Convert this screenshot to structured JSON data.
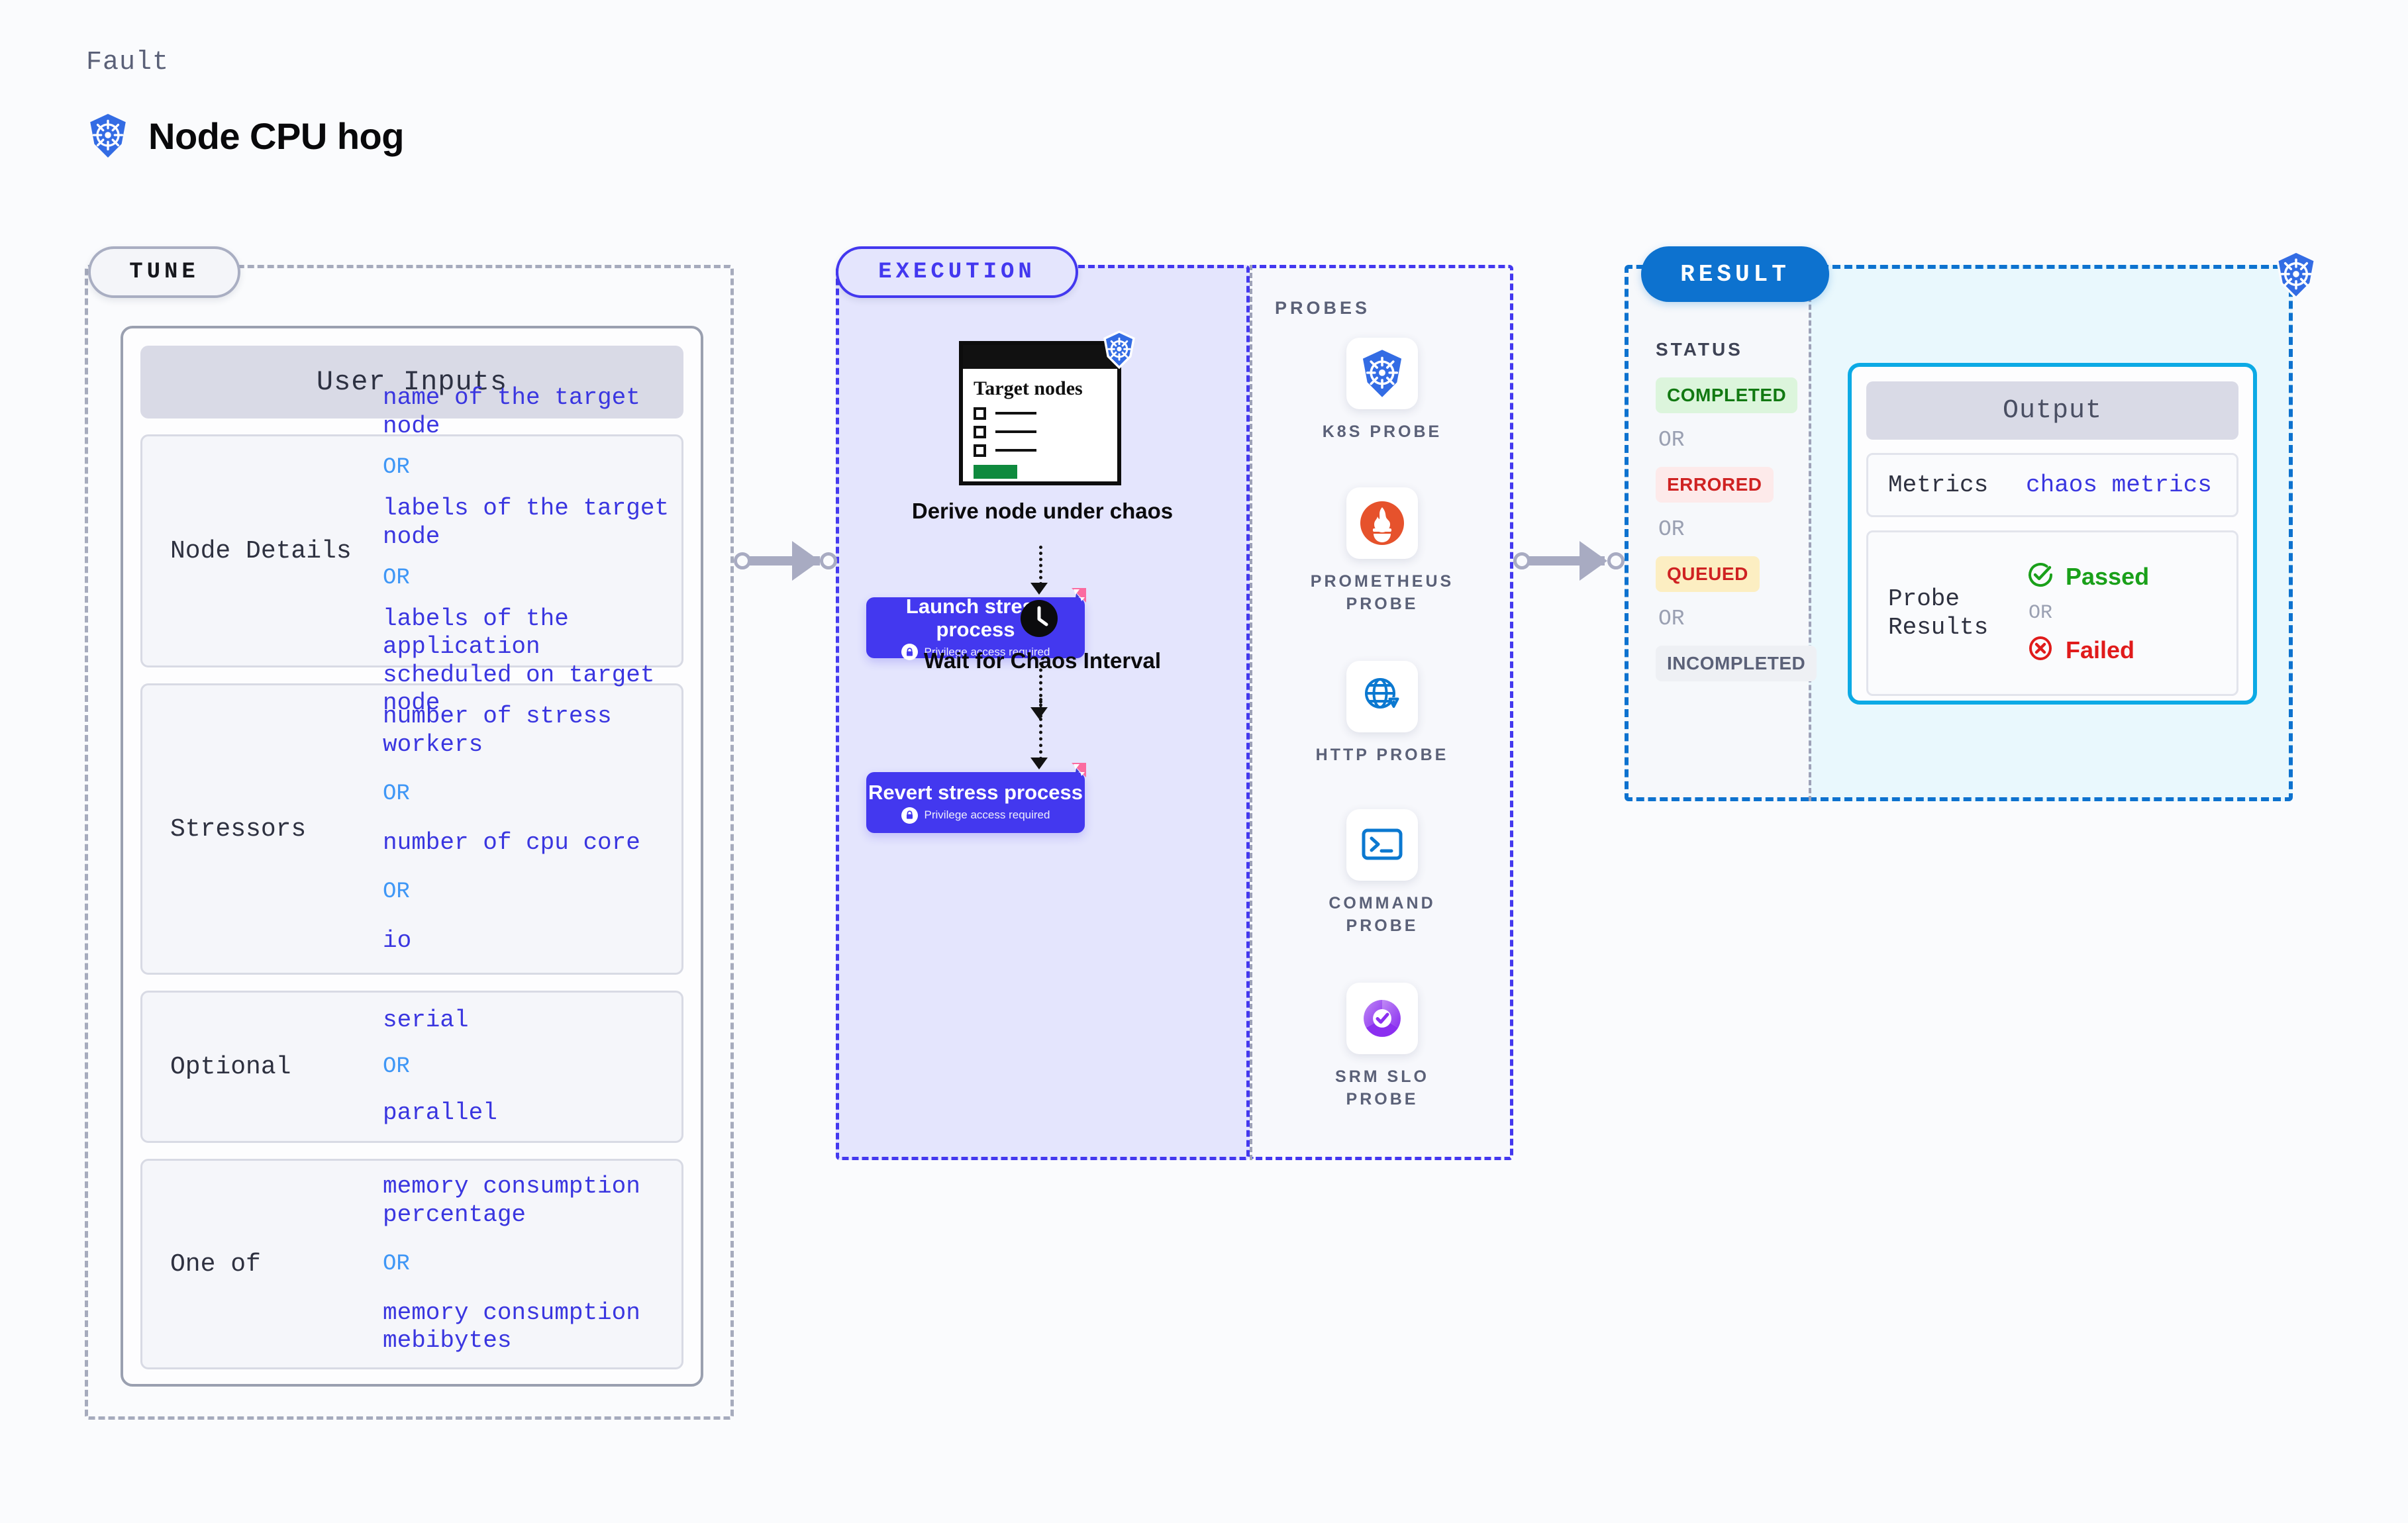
{
  "header": {
    "kicker": "Fault",
    "title": "Node CPU hog",
    "icon": "kubernetes-icon"
  },
  "tune": {
    "pill_label": "TUNE",
    "card_title": "User Inputs",
    "rows": [
      {
        "label": "Node Details",
        "values": [
          "name of the target node",
          "labels of the target node",
          "labels of the application\n scheduled on target node"
        ],
        "separator": "OR"
      },
      {
        "label": "Stressors",
        "values": [
          "number of stress workers",
          "number of cpu core",
          "io"
        ],
        "separator": "OR"
      },
      {
        "label": "Optional",
        "values": [
          "serial",
          "parallel"
        ],
        "separator": "OR"
      },
      {
        "label": "One of",
        "values": [
          "memory consumption percentage",
          "memory consumption mebibytes"
        ],
        "separator": "OR"
      }
    ]
  },
  "execution": {
    "pill_label": "EXECUTION",
    "target_card": {
      "title": "Target nodes",
      "icon": "kubernetes-icon"
    },
    "steps": [
      {
        "type": "label",
        "text": "Derive node under chaos"
      },
      {
        "type": "action",
        "title": "Launch stress process",
        "sub": "Privilege access required",
        "badge": "privileged-lock-icon",
        "ribbon": "chaos-ribbon-icon"
      },
      {
        "type": "label",
        "text": "Wait for Chaos Interval",
        "icon": "clock-icon"
      },
      {
        "type": "action",
        "title": "Revert stress process",
        "sub": "Privilege access required",
        "badge": "privileged-lock-icon",
        "ribbon": "chaos-ribbon-icon"
      }
    ],
    "colors": {
      "accent": "#4338ef",
      "region_bg": "#e4e5fd",
      "ribbon": "#fb6ba0"
    }
  },
  "probes": {
    "title": "PROBES",
    "items": [
      {
        "label": "K8S PROBE",
        "icon": "kubernetes-icon"
      },
      {
        "label": "PROMETHEUS PROBE",
        "icon": "prometheus-icon"
      },
      {
        "label": "HTTP PROBE",
        "icon": "http-globe-warning-icon"
      },
      {
        "label": "COMMAND PROBE",
        "icon": "terminal-prompt-icon"
      },
      {
        "label": "SRM SLO PROBE",
        "icon": "srm-slo-donut-check-icon"
      }
    ]
  },
  "result": {
    "pill_label": "RESULT",
    "status_title": "STATUS",
    "separator": "OR",
    "statuses": [
      {
        "label": "COMPLETED",
        "bg": "#dcf5dc",
        "fg": "#127912"
      },
      {
        "label": "ERRORED",
        "bg": "#fdeaea",
        "fg": "#cf2222"
      },
      {
        "label": "QUEUED",
        "bg": "#fceec2",
        "fg": "#cf2222"
      },
      {
        "label": "INCOMPLETED",
        "bg": "#eef0f4",
        "fg": "#5b6178"
      }
    ],
    "output": {
      "title": "Output",
      "rows": [
        {
          "label": "Metrics",
          "value": "chaos metrics"
        },
        {
          "label": "Probe Results",
          "pass": "Passed",
          "or": "OR",
          "fail": "Failed"
        }
      ]
    },
    "icon": "kubernetes-icon",
    "colors": {
      "accent": "#0d72cf",
      "output_border": "#0caae5",
      "output_bg": "#e9f8fd"
    }
  }
}
